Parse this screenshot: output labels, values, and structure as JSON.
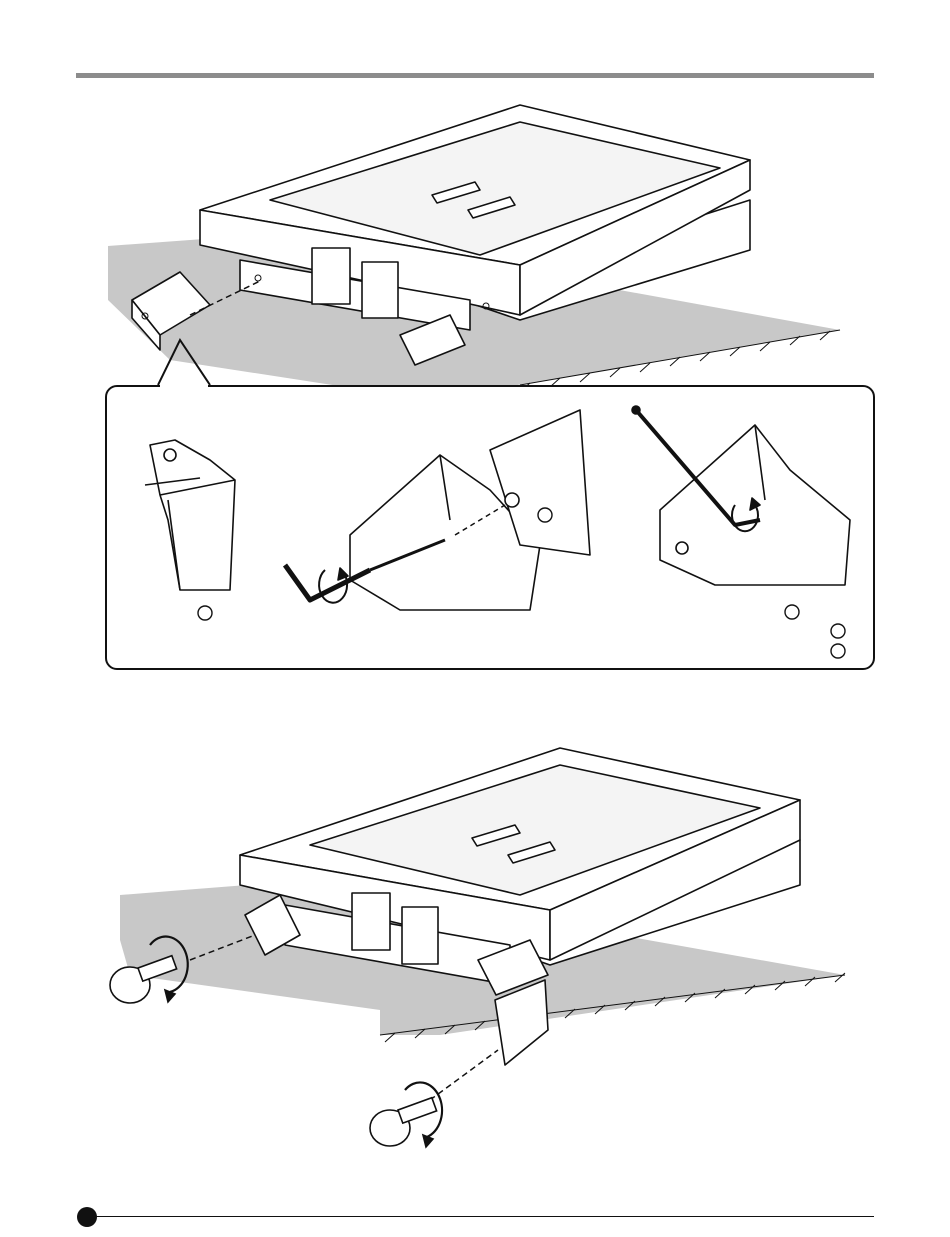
{
  "page": {
    "header_rule_color": "#8c8c8c",
    "floor_color": "#c8c8c8",
    "line_color": "#111111",
    "footer_marker_color": "#111111"
  },
  "figures": {
    "top_assembly": {
      "depicts": "scanner-frame-with-bracket-removal"
    },
    "detail_panel": {
      "steps": [
        {
          "depicts": "bracket-part"
        },
        {
          "depicts": "hex-key-loosening-nut"
        },
        {
          "depicts": "hex-key-tightening-screw"
        }
      ]
    },
    "bottom_assembly": {
      "depicts": "thumbscrew-insertion"
    }
  },
  "icons": [
    "rotation-arrow-icon",
    "hex-key-icon",
    "thumbscrew-icon",
    "callout-circle-icon"
  ]
}
